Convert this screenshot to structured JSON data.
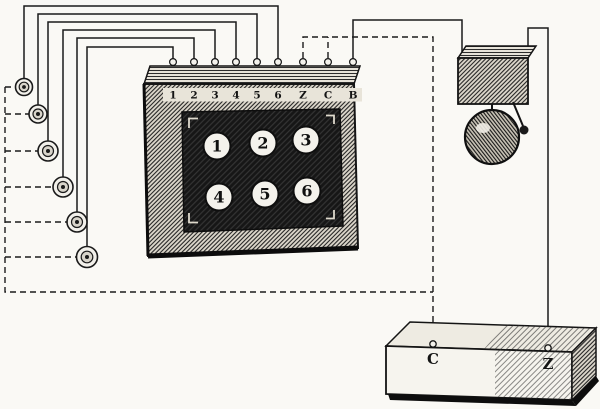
{
  "figure": {
    "type": "engraving-diagram",
    "parts": [
      "push-button x6",
      "annunciator-box",
      "electric-bell",
      "battery-box",
      "wiring-solid",
      "wiring-dashed"
    ]
  },
  "annunciator": {
    "terminal_labels": [
      "1",
      "2",
      "3",
      "4",
      "5",
      "6",
      "Z",
      "C",
      "B"
    ],
    "indicators": [
      "1",
      "2",
      "3",
      "4",
      "5",
      "6"
    ]
  },
  "battery": {
    "terminal_c": "C",
    "terminal_z": "Z"
  },
  "colors": {
    "ink": "#1b1b1b",
    "paper": "#faf9f5"
  }
}
